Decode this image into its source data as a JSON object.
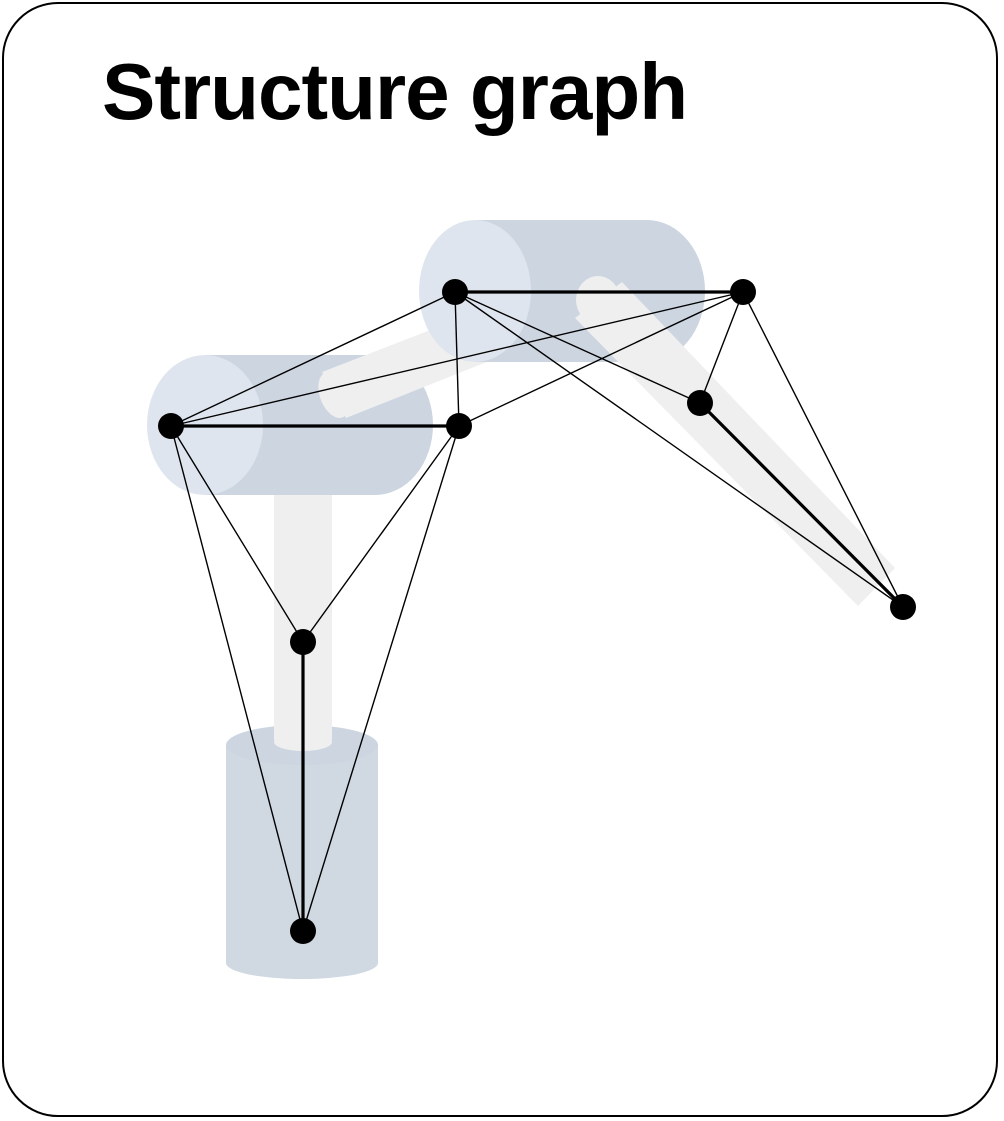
{
  "title": "Structure graph",
  "colors": {
    "border": "#000000",
    "title": "#000000",
    "node_fill": "#000000",
    "edge_stroke": "#000000",
    "joint_light": "#dfe5ee",
    "joint_dark": "#ccd5e0",
    "link_fill": "#efefef",
    "base_fill": "#d0d8e2"
  },
  "graph": {
    "nodes": [
      {
        "id": "base"
      },
      {
        "id": "shoulder"
      },
      {
        "id": "elbow-left"
      },
      {
        "id": "elbow-right"
      },
      {
        "id": "wrist-left"
      },
      {
        "id": "wrist-right"
      },
      {
        "id": "forearm"
      },
      {
        "id": "end-effector"
      }
    ],
    "edges": [
      {
        "from": "base",
        "to": "shoulder",
        "kind": "rigid"
      },
      {
        "from": "elbow-left",
        "to": "elbow-right",
        "kind": "rigid"
      },
      {
        "from": "wrist-left",
        "to": "wrist-right",
        "kind": "rigid"
      },
      {
        "from": "forearm",
        "to": "end-effector",
        "kind": "rigid"
      },
      {
        "from": "base",
        "to": "elbow-left",
        "kind": "relation"
      },
      {
        "from": "base",
        "to": "elbow-right",
        "kind": "relation"
      },
      {
        "from": "shoulder",
        "to": "elbow-left",
        "kind": "relation"
      },
      {
        "from": "shoulder",
        "to": "elbow-right",
        "kind": "relation"
      },
      {
        "from": "elbow-left",
        "to": "wrist-left",
        "kind": "relation"
      },
      {
        "from": "elbow-left",
        "to": "wrist-right",
        "kind": "relation"
      },
      {
        "from": "elbow-right",
        "to": "wrist-left",
        "kind": "relation"
      },
      {
        "from": "elbow-right",
        "to": "wrist-right",
        "kind": "relation"
      },
      {
        "from": "wrist-left",
        "to": "forearm",
        "kind": "relation"
      },
      {
        "from": "wrist-left",
        "to": "end-effector",
        "kind": "relation"
      },
      {
        "from": "wrist-right",
        "to": "forearm",
        "kind": "relation"
      },
      {
        "from": "wrist-right",
        "to": "end-effector",
        "kind": "relation"
      }
    ]
  }
}
